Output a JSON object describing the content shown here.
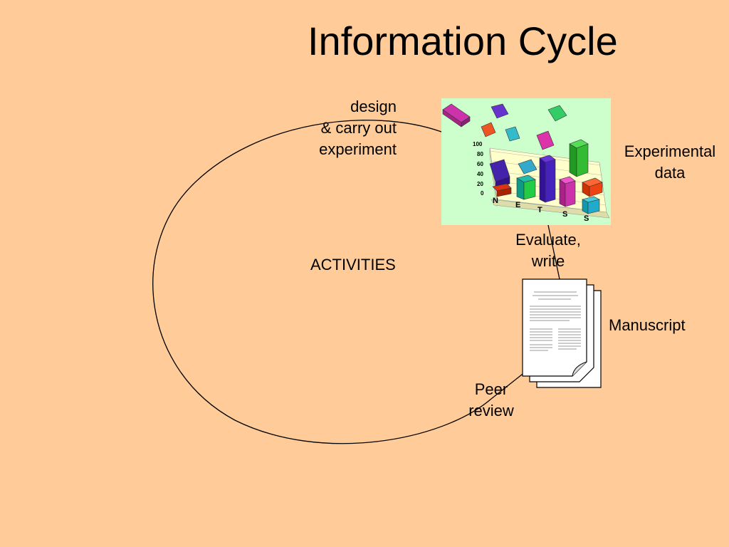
{
  "title": "Information Cycle",
  "labels": {
    "design_line1": "design",
    "design_line2": "& carry out",
    "design_line3": "experiment",
    "experimental_line1": "Experimental",
    "experimental_line2": "data",
    "evaluate_line1": "Evaluate,",
    "evaluate_line2": "write",
    "activities": "ACTIVITIES",
    "manuscript": "Manuscript",
    "peer_line1": "Peer",
    "peer_line2": "review"
  },
  "clipart": {
    "y_ticks": [
      "100",
      "80",
      "60",
      "40",
      "20",
      "0"
    ],
    "x_letters": [
      "N",
      "E",
      "T",
      "S",
      "S"
    ]
  },
  "colors": {
    "background": "#FFCC99",
    "chart_background": "#CCFFCC"
  }
}
